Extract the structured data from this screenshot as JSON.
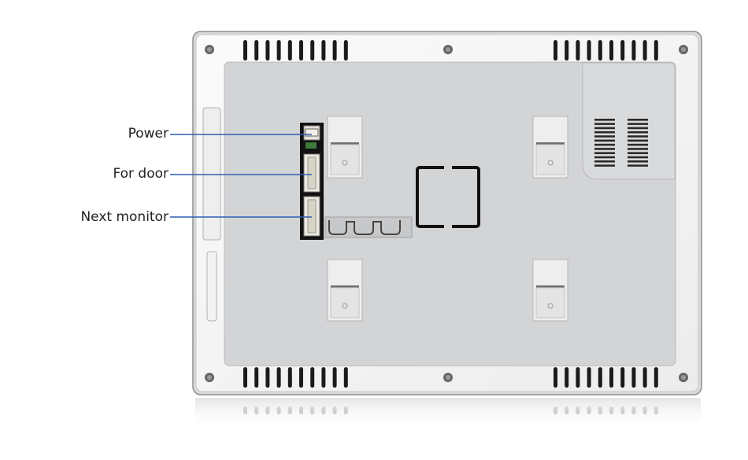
{
  "callouts": {
    "power": "Power",
    "for_door": "For door",
    "next_monitor": "Next monitor"
  },
  "colors": {
    "leader_line": "#2f5fb0",
    "panel": "#d3d4d6",
    "frame": "#f4f4f4",
    "frame_edge": "#8f8f8f"
  }
}
